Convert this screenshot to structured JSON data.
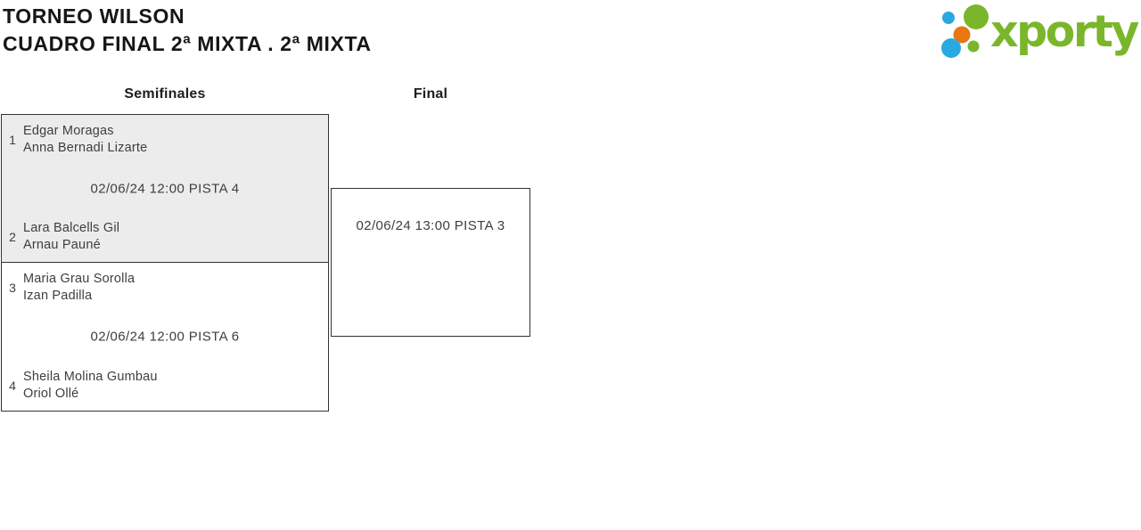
{
  "header": {
    "title_line1": "TORNEO WILSON",
    "title_line2": "CUADRO FINAL 2ª MIXTA . 2ª MIXTA"
  },
  "logo": {
    "brand": "xporty",
    "colors": {
      "green": "#7ab62b",
      "orange": "#e87612",
      "blue": "#29a9e1"
    }
  },
  "bracket": {
    "rounds": [
      {
        "label": "Semifinales"
      },
      {
        "label": "Final"
      }
    ],
    "matches": [
      {
        "round": "Semifinales",
        "schedule": "02/06/24 12:00 PISTA 4",
        "team1": {
          "seed": "1",
          "players": [
            "Edgar Moragas",
            "Anna Bernadi Lizarte"
          ]
        },
        "team2": {
          "seed": "2",
          "players": [
            "Lara Balcells Gil",
            "Arnau Pauné"
          ]
        }
      },
      {
        "round": "Semifinales",
        "schedule": "02/06/24 12:00 PISTA 6",
        "team1": {
          "seed": "3",
          "players": [
            "Maria Grau Sorolla",
            "Izan Padilla"
          ]
        },
        "team2": {
          "seed": "4",
          "players": [
            "Sheila Molina Gumbau",
            "Oriol Ollé"
          ]
        }
      },
      {
        "round": "Final",
        "schedule": "02/06/24 13:00 PISTA 3"
      }
    ]
  }
}
